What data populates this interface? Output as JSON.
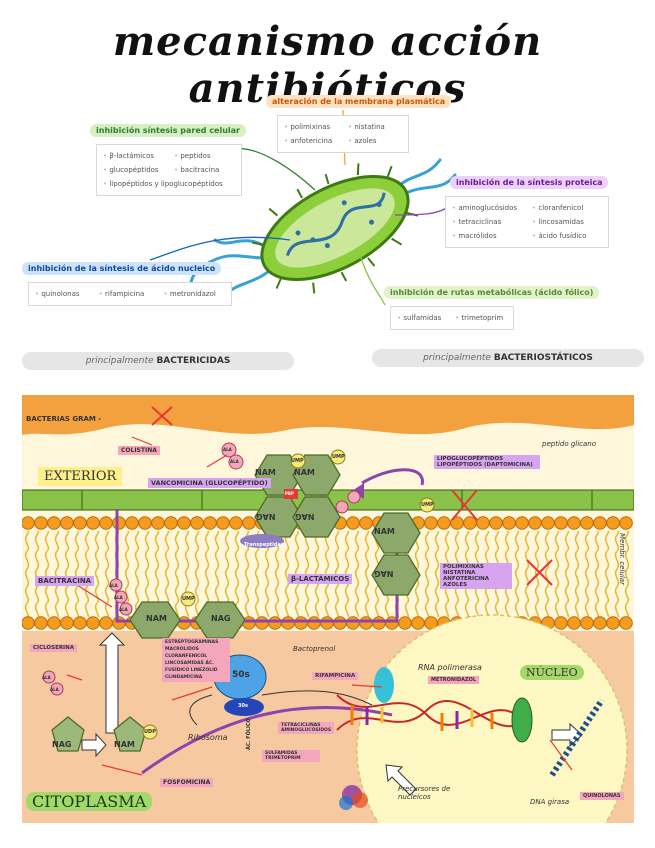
{
  "title": "mecanismo acción antibióticos",
  "categories": {
    "membrane": {
      "label": "alteración de la membrana plasmática",
      "items": [
        "polimixinas",
        "nistatina",
        "anfotericina",
        "azoles"
      ]
    },
    "cellwall": {
      "label": "inhibición síntesis pared celular",
      "items": [
        "β-lactámicos",
        "peptidos",
        "glucopéptidos",
        "bacitracina",
        "lipopéptidos y lipoglucopéptidos"
      ]
    },
    "protein": {
      "label": "inhibición de la síntesis proteica",
      "items": [
        "aminoglucósidos",
        "cloranfenicol",
        "tetraciclinas",
        "lincosamidas",
        "macrólidos",
        "ácido fusídico"
      ]
    },
    "nucleic": {
      "label": "inhibición de la síntesis de ácido nucleico",
      "items": [
        "quinolonas",
        "rifampicina",
        "metronidazol"
      ]
    },
    "metabolic": {
      "label": "inhibición de rutas metabólicas (ácido fólico)",
      "items": [
        "sulfamidas",
        "trimetoprim"
      ]
    }
  },
  "pills": {
    "bactericidas": {
      "prefix": "principalmente",
      "strong": "BACTERICIDAS"
    },
    "bacteriostaticos": {
      "prefix": "principalmente",
      "strong": "BACTERIOSTÁTICOS"
    }
  },
  "diagram": {
    "bacteria_gram": "BACTERIAS GRAM -",
    "colistina": "COLISTINA",
    "exterior": "EXTERIOR",
    "vancomicina": "VANCOMICINA (GLUCOPÉPTIDO)",
    "lipo": "LIPOGLUCOPÉPTIDOS LIPOPÉPTIDOS (DAPTOMICINA)",
    "peptidoglicano": "peptido glicano",
    "membrana": "Membr. celular",
    "bacitracina": "BACITRACINA",
    "betalactamicos": "β-LACTÁMICOS",
    "transpeptidasa": "Transpeptidasa",
    "pbp": "PBP",
    "polimixinas": "POLIMIXINAS NISTATINA ANFOTERICINA AZOLES",
    "ciclo": "CICLOSERINA",
    "fosfomicina": "FOSFOMICINA",
    "citoplasma": "CITOPLASMA",
    "ribosoma": "Ribosoma",
    "r50": "50s",
    "r30": "30s",
    "protein_abx": "ESTREPTOGRAMINAS MACRÓLIDOS CLORANFENICOL LINCOSAMIDAS ÁC. FUSÍDICO LINEZOLID CLINDAMICINA",
    "tetra": "TETRACICLINAS AMINOGLUCÓSIDOS",
    "sulfa": "SULFAMIDAS TRIMETOPRIM",
    "f_acid": "ÁC. FÓLICO",
    "bactoprenol": "Bactoprenol",
    "rifampicina": "RIFAMPICINA",
    "rna_pol": "RNA polimerasa",
    "metronidazol": "METRONIDAZOL",
    "nucleo": "NÚCLEO",
    "precursores": "Precursores de nucleicos",
    "dna_girasa": "DNA girasa",
    "quinolonas": "QUINOLONAS",
    "nam": "NAM",
    "nag": "NAG",
    "ala": "ALA",
    "ump": "UMP",
    "udp": "UDP"
  },
  "colors": {
    "orange": "#f5a623",
    "green": "#8bc34a",
    "purple": "#8e44ad",
    "pink": "#e91e63",
    "cyto": "#f6c9a0",
    "nucleus": "#fdf7c3"
  }
}
